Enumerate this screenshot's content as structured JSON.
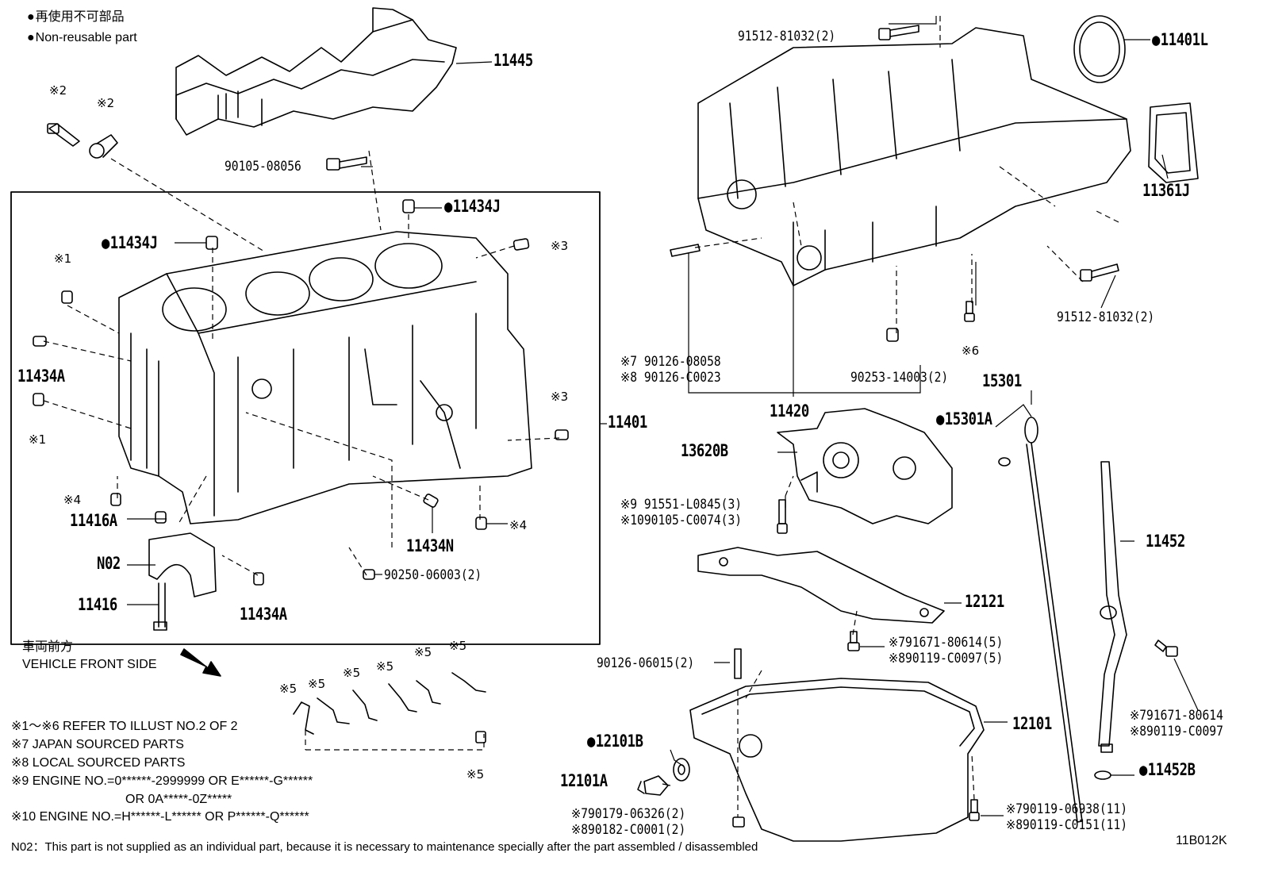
{
  "legend": {
    "line1": "再使用不可部品",
    "line2": "Non-reusable part"
  },
  "direction": {
    "ja": "車両前方",
    "en": "VEHICLE FRONT SIDE"
  },
  "notes": {
    "n1": "※1～※6  REFER TO ILLUST NO.2 OF 2",
    "n7": "※7 JAPAN SOURCED PARTS",
    "n8": "※8 LOCAL SOURCED PARTS",
    "n9a": "※9 ENGINE NO.=0******-2999999 OR E******-G******",
    "n9b": "OR 0A*****-0Z*****",
    "n10": "※10 ENGINE NO.=H******-L****** OR P******-Q******",
    "n02": "N02：This part is not supplied as an individual part, because it is necessary to maintenance specially after the part assembled / disassembled"
  },
  "diagram_id": "11B012K",
  "parts": {
    "p11445": "11445",
    "p90105_08056": "90105-08056",
    "p11434J_a": "11434J",
    "p11434J_b": "11434J",
    "ref2a": "※2",
    "ref2b": "※2",
    "ref1a": "※1",
    "ref1b": "※1",
    "ref3a": "※3",
    "ref3b": "※3",
    "ref4a": "※4",
    "ref4b": "※4",
    "p11434A_a": "11434A",
    "p11434A_b": "11434A",
    "p11401": "11401",
    "p11416A": "11416A",
    "pN02": "N02",
    "p11416": "11416",
    "p11434N": "11434N",
    "p90250": "90250-06003(2)",
    "p91512_a": "91512-81032(2)",
    "p91512_b": "91512-81032(2)",
    "p11401L": "11401L",
    "p11361J": "11361J",
    "ref6": "※6",
    "p90126_08058": "※7 90126-08058",
    "p90126_C0023": "※8 90126-C0023",
    "p90253": "90253-14003(2)",
    "p11420": "11420",
    "p15301": "15301",
    "p15301A": "15301A",
    "p13620B": "13620B",
    "p91551": "※9  91551-L0845(3)",
    "p90105_C0074": "※1090105-C0074(3)",
    "p11452": "11452",
    "p12121": "12121",
    "p91671_a": "※791671-80614(5)",
    "p90119_C0097a": "※890119-C0097(5)",
    "p90126_06015": "90126-06015(2)",
    "p91671_b": "※791671-80614",
    "p90119_C0097b": "※890119-C0097",
    "p12101B": "12101B",
    "p12101": "12101",
    "p12101A": "12101A",
    "p11452B": "11452B",
    "p90179": "※790179-06326(2)",
    "p90182": "※890182-C0001(2)",
    "p90119_06938": "※790119-06938(11)",
    "p90119_C0151": "※890119-C0151(11)",
    "ref5": [
      "※5",
      "※5",
      "※5",
      "※5",
      "※5",
      "※5",
      "※5"
    ]
  }
}
